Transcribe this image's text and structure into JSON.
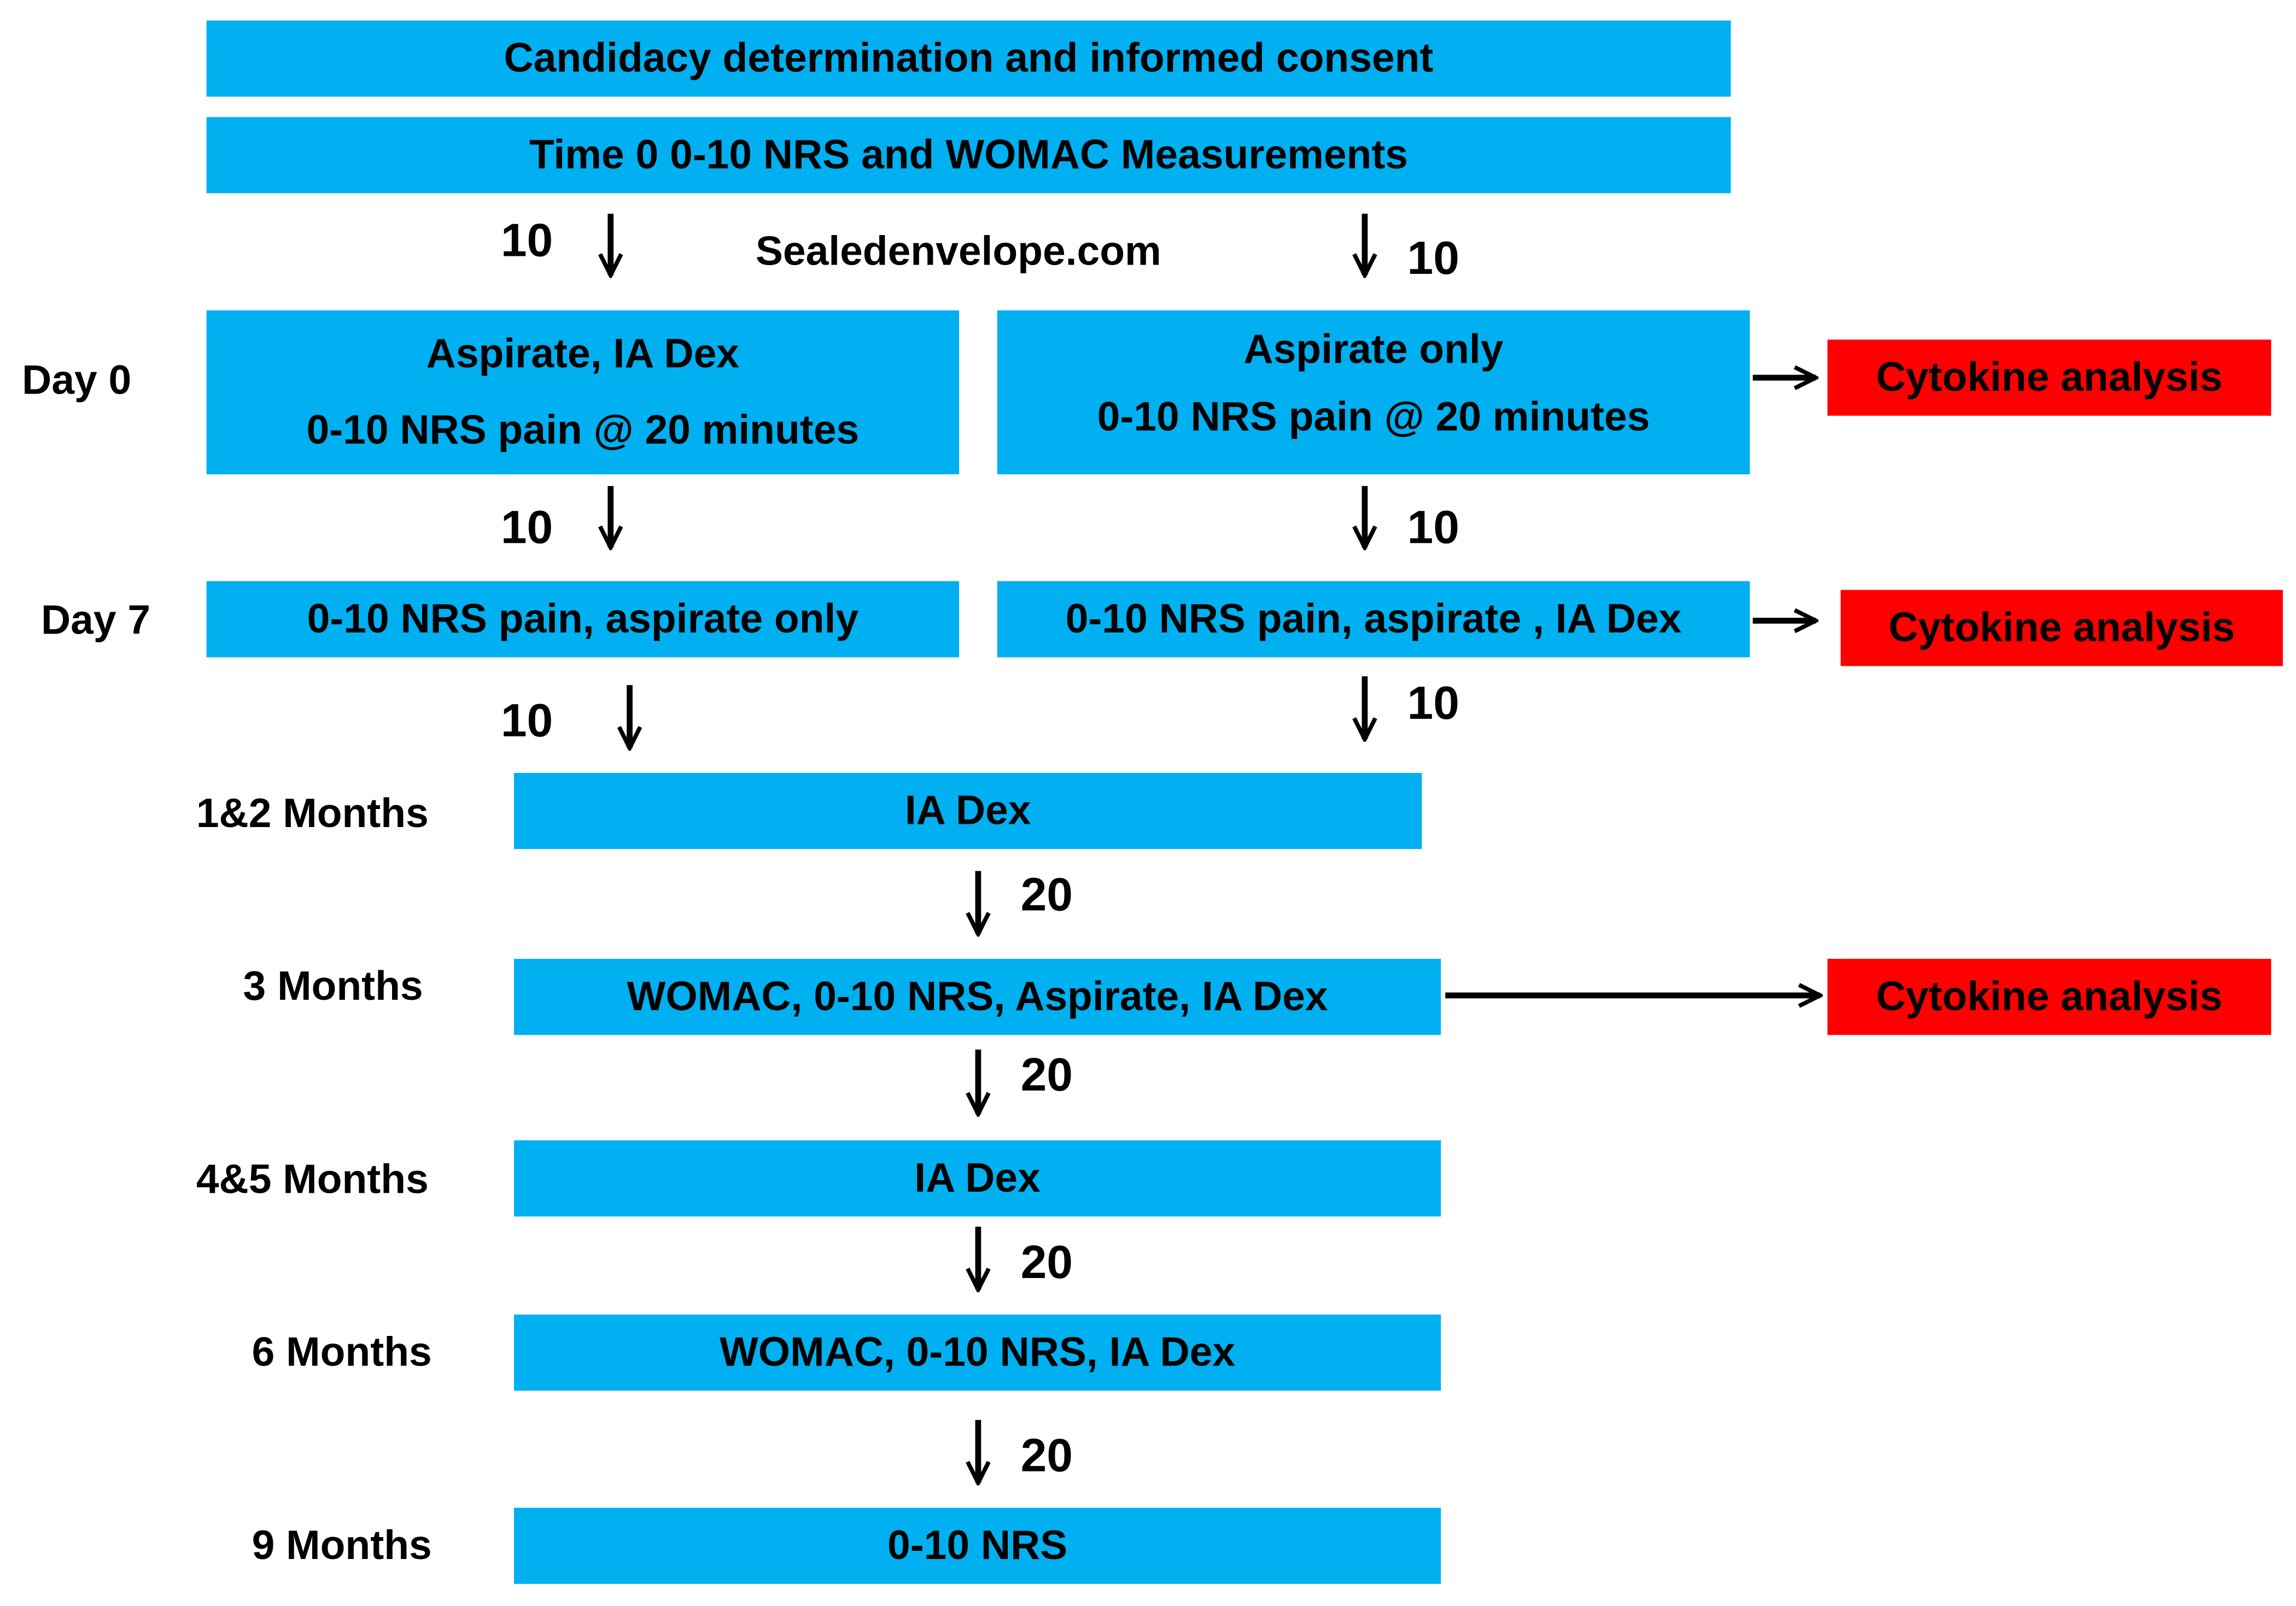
{
  "boxes": {
    "consent": "Candidacy determination  and informed consent",
    "time0": "Time 0  0-10 NRS and WOMAC Measurements",
    "day0_left_line1": "Aspirate, IA Dex",
    "day0_left_line2": "0-10 NRS pain @ 20  minutes",
    "day0_right_line1": "Aspirate only",
    "day0_right_line2": "0-10 NRS pain @ 20  minutes",
    "day7_left": "0-10 NRS pain, aspirate only",
    "day7_right": "0-10 NRS pain, aspirate , IA Dex",
    "m12": "IA Dex",
    "m3": "WOMAC, 0-10 NRS, Aspirate, IA Dex",
    "m45": "IA Dex",
    "m6": "WOMAC, 0-10 NRS,  IA Dex",
    "m9": "0-10 NRS",
    "cytokine1": "Cytokine analysis",
    "cytokine2": "Cytokine analysis",
    "cytokine3": "Cytokine analysis"
  },
  "timepoints": {
    "day0": "Day 0",
    "day7": "Day 7",
    "m12": "1&2 Months",
    "m3": "3 Months",
    "m45": "4&5 Months",
    "m6": "6 Months",
    "m9": "9 Months"
  },
  "randomization": "Sealedenvelope.com",
  "counts": {
    "rand_left": "10",
    "rand_right": "10",
    "d0_left": "10",
    "d0_right": "10",
    "d7_left": "10",
    "d7_right": "10",
    "m12_to_m3": "20",
    "m3_to_m45": "20",
    "m45_to_m6": "20",
    "m6_to_m9": "20"
  },
  "colors": {
    "box_fill": "#00b0f0",
    "cytokine_fill": "#ff0000",
    "arrow": "#000000"
  }
}
